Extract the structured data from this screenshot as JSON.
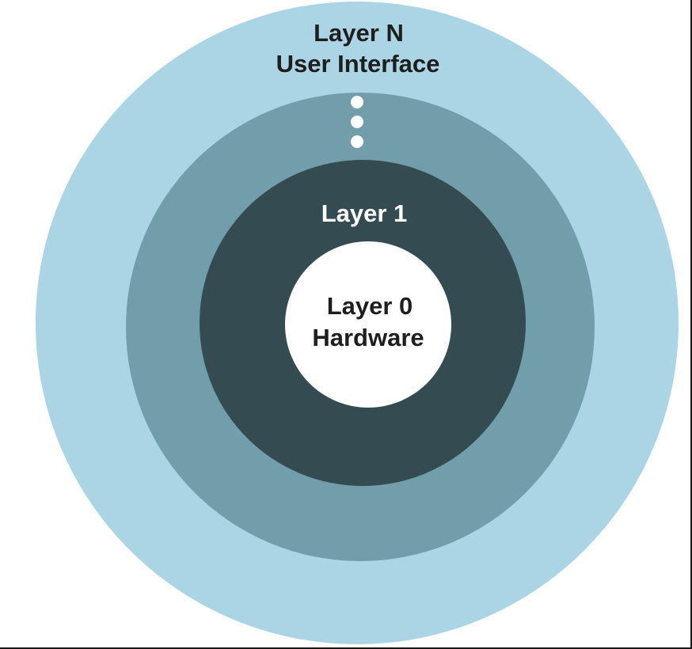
{
  "diagram": {
    "layers": [
      {
        "id": "layer-n",
        "lines": [
          "Layer N",
          "User Interface"
        ],
        "color": "#abd4e4",
        "text_color": "#1e1e1e"
      },
      {
        "id": "layer-middle",
        "lines": [],
        "color": "#729eab",
        "text_color": "#ffffff"
      },
      {
        "id": "layer-1",
        "lines": [
          "Layer 1"
        ],
        "color": "#344b52",
        "text_color": "#ffffff"
      },
      {
        "id": "layer-0",
        "lines": [
          "Layer 0",
          "Hardware"
        ],
        "color": "#ffffff",
        "text_color": "#1e1e1e"
      }
    ],
    "ellipsis_dots": 3,
    "ellipsis_color": "#ffffff"
  }
}
